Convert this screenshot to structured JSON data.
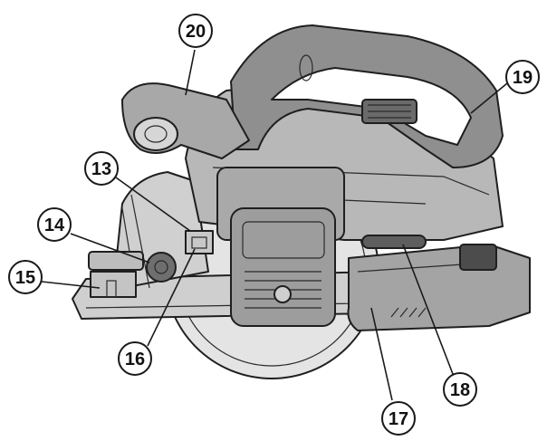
{
  "colors": {
    "body_dark": "#8f8f8f",
    "body_mid": "#b5b5b5",
    "body_light": "#d9d9d9",
    "ink": "#1f1f1f"
  },
  "callouts": [
    {
      "id": "callout-13",
      "label": "13"
    },
    {
      "id": "callout-14",
      "label": "14"
    },
    {
      "id": "callout-15",
      "label": "15"
    },
    {
      "id": "callout-16",
      "label": "16"
    },
    {
      "id": "callout-17",
      "label": "17"
    },
    {
      "id": "callout-18",
      "label": "18"
    },
    {
      "id": "callout-19",
      "label": "19"
    },
    {
      "id": "callout-20",
      "label": "20"
    }
  ]
}
